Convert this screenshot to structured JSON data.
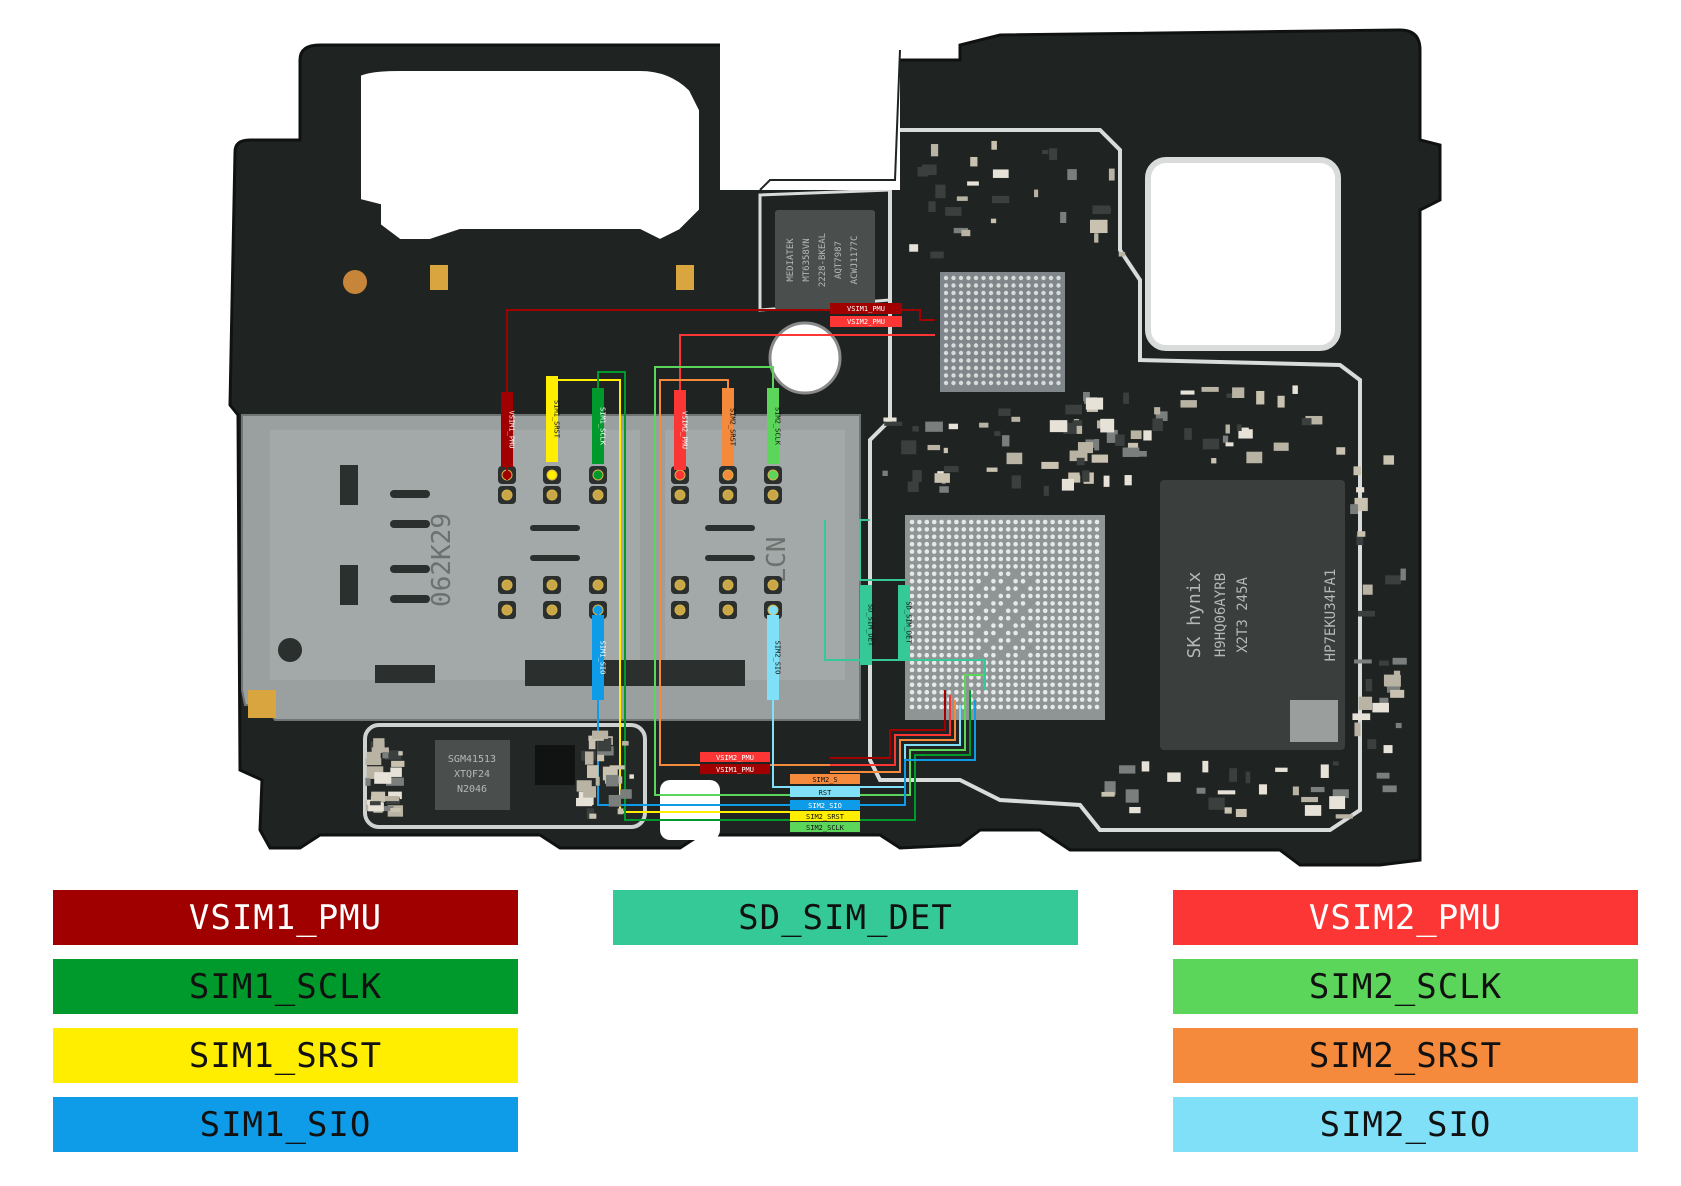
{
  "legend": {
    "vsim1_pmu": {
      "label": "VSIM1_PMU",
      "color": "#a00000"
    },
    "sim1_sclk": {
      "label": "SIM1_SCLK",
      "color": "#009a2c"
    },
    "sim1_srst": {
      "label": "SIM1_SRST",
      "color": "#ffee00"
    },
    "sim1_sio": {
      "label": "SIM1_SIO",
      "color": "#0e9be8"
    },
    "sd_sim_det": {
      "label": "SD_SIM_DET",
      "color": "#34c997"
    },
    "vsim2_pmu": {
      "label": "VSIM2_PMU",
      "color": "#fc3535"
    },
    "sim2_sclk": {
      "label": "SIM2_SCLK",
      "color": "#5bd65b"
    },
    "sim2_srst": {
      "label": "SIM2_SRST",
      "color": "#f58a3c"
    },
    "sim2_sio": {
      "label": "SIM2_SIO",
      "color": "#80e0f8"
    }
  },
  "board": {
    "pad_labels": {
      "vsim1": "VSIM1_PMU",
      "sim1_srst": "SIM1_SRST",
      "sim1_sclk": "SIM1_SCLK",
      "sim1_sio": "SIM1_SIO",
      "vsim2": "VSIM2_PMU",
      "sim2_srst": "SIM2_SRST",
      "sim2_sclk": "SIM2_SCLK",
      "sim2_sio": "SIM2_SIO",
      "sd_det": "SD_SIM_DET"
    },
    "top_labels": {
      "vsim1": "VSIM1_PMU",
      "vsim2": "VSIM2_PMU"
    },
    "bottom_labels": {
      "vsim2": "VSIM2_PMU",
      "vsim1": "VSIM1_PMU",
      "sim2_s": "SIM2_S",
      "rst": "RST",
      "sim2_sio": "SIM2_SIO",
      "sim2_srst": "SIM2_SRST",
      "sim2_sclk": "SIM2_SCLK"
    },
    "chips": {
      "mediatek_lines": [
        "MEDIATEK",
        "MT6358VN",
        "2228-BKEAL",
        "AQT7987",
        "ACWJ1177C"
      ],
      "skhynix_lines": [
        "SK hynix",
        "H9HQ06AYRB",
        "X2T3 245A",
        "HP7EKU34FA1"
      ],
      "sgm_lines": [
        "SGM41513",
        "XTQF24",
        "N2046"
      ],
      "tray_text": "062K29",
      "tray_text2": "LCN"
    }
  }
}
